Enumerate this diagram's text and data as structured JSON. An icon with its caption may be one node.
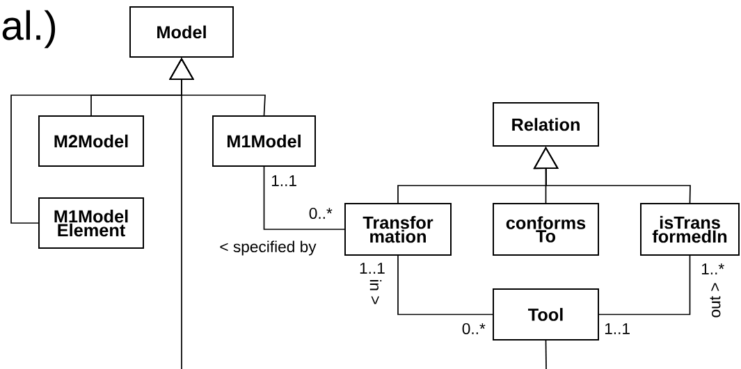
{
  "diagram": {
    "nodes": [
      {
        "text": [
          "Model"
        ]
      },
      {
        "text": [
          "M2Model"
        ]
      },
      {
        "text": [
          "M1Model"
        ]
      },
      {
        "text": [
          "M1Model Element"
        ]
      },
      {
        "text": [
          "Relation"
        ]
      },
      {
        "text": [
          "Transfor mation"
        ]
      },
      {
        "text": [
          "conforms To"
        ]
      },
      {
        "text": [
          "isTrans formedIn"
        ]
      },
      {
        "text": [
          "Tool"
        ]
      }
    ],
    "edges": [
      {
        "from": 1,
        "to": 0,
        "arrow": "to"
      },
      {
        "from": 3,
        "to": 0,
        "arrow": "to"
      },
      {
        "from": 2,
        "to": 0,
        "arrow": "to"
      },
      {
        "from": null,
        "to": 0,
        "arrow": "to"
      },
      {
        "from": 5,
        "to": 4,
        "arrow": "to"
      },
      {
        "from": 6,
        "to": 4,
        "arrow": "to"
      },
      {
        "from": 7,
        "to": 4,
        "arrow": "to"
      },
      {
        "from": 2,
        "to": 5,
        "arrow": "none",
        "label": "< specified by"
      },
      {
        "from": 5,
        "to": 8,
        "arrow": "none",
        "label": "in >"
      },
      {
        "from": 8,
        "to": 7,
        "arrow": "none",
        "label": "out >"
      },
      {
        "from": 8,
        "to": null,
        "arrow": "none"
      }
    ],
    "labels": [
      "al.)",
      "1..1",
      "0..*",
      "1..1",
      "1..*",
      "0..*",
      "1..1"
    ]
  }
}
